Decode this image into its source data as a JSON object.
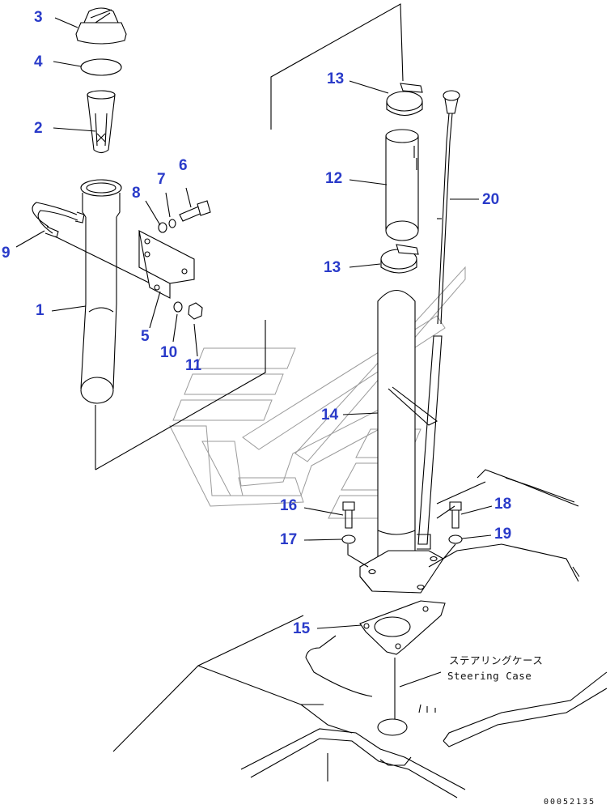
{
  "diagram": {
    "callouts": [
      {
        "id": "c3",
        "text": "3"
      },
      {
        "id": "c4",
        "text": "4"
      },
      {
        "id": "c2",
        "text": "2"
      },
      {
        "id": "c6",
        "text": "6"
      },
      {
        "id": "c7",
        "text": "7"
      },
      {
        "id": "c8",
        "text": "8"
      },
      {
        "id": "c9",
        "text": "9"
      },
      {
        "id": "c1",
        "text": "1"
      },
      {
        "id": "c5",
        "text": "5"
      },
      {
        "id": "c10",
        "text": "10"
      },
      {
        "id": "c11",
        "text": "11"
      },
      {
        "id": "c13a",
        "text": "13"
      },
      {
        "id": "c12",
        "text": "12"
      },
      {
        "id": "c20",
        "text": "20"
      },
      {
        "id": "c13b",
        "text": "13"
      },
      {
        "id": "c14",
        "text": "14"
      },
      {
        "id": "c16",
        "text": "16"
      },
      {
        "id": "c18",
        "text": "18"
      },
      {
        "id": "c17",
        "text": "17"
      },
      {
        "id": "c19",
        "text": "19"
      },
      {
        "id": "c15",
        "text": "15"
      }
    ],
    "caption_jp": "ステアリングケース",
    "caption_en": "Steering Case",
    "doc_number": "00052135"
  }
}
